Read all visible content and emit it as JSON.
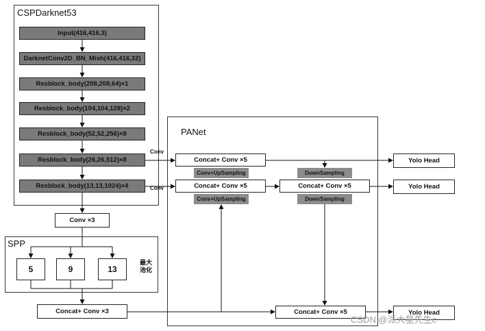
{
  "csp": {
    "title": "CSPDarknet53",
    "blocks": [
      "Input(416,416,3)",
      "DarknetConv2D_BN_Mish(416,416,32)",
      "Resblock_body(208,208,64)×1",
      "Resblock_body(104,104,128)×2",
      "Resblock_body(52,52,256)×8",
      "Resblock_body(26,26,512)×8",
      "Resblock_body(13,13,1024)×4"
    ]
  },
  "conv3": "Conv ×3",
  "spp": {
    "title": "SPP",
    "pools": [
      "5",
      "9",
      "13"
    ],
    "pool_label": "最大\n池化"
  },
  "spp_concat": "Concat+ Conv ×3",
  "side_conv_labels": [
    "Conv",
    "Conv"
  ],
  "panet": {
    "title": "PANet",
    "concat_top": "Concat+ Conv ×5",
    "concat_mid": "Concat+ Conv ×5",
    "concat_mid_right": "Concat+ Conv ×5",
    "concat_bottom": "Concat+ Conv ×5",
    "upsampling_1": "Conv+UpSampling",
    "upsampling_2": "Conv+UpSampling",
    "downsampling_1": "DownSampling",
    "downsampling_2": "DownSampling"
  },
  "heads": [
    "Yolo Head",
    "Yolo Head",
    "Yolo Head"
  ],
  "watermark": "CSDN @派大星先生c"
}
